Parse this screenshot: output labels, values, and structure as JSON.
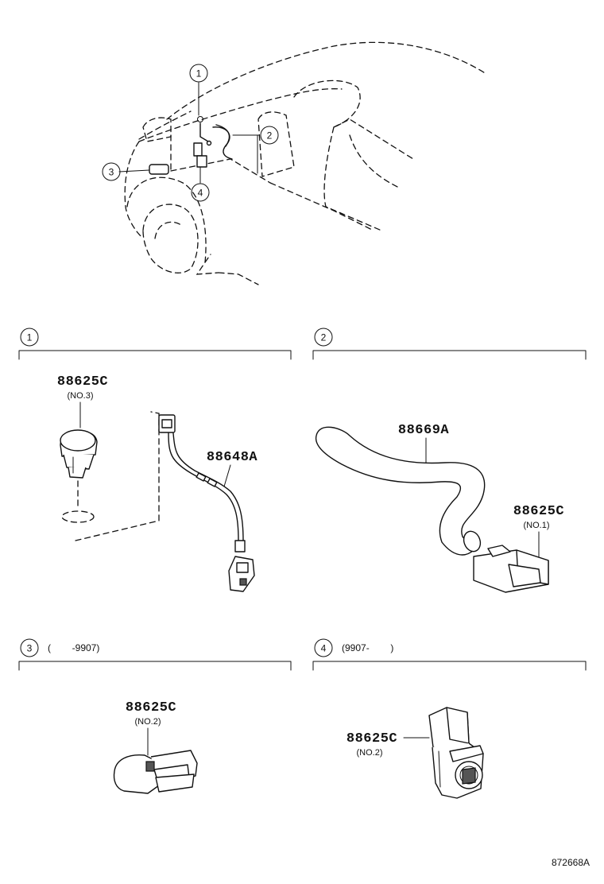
{
  "callouts": {
    "c1": "1",
    "c2": "2",
    "c3": "3",
    "c4": "4"
  },
  "sections": [
    {
      "num": "1",
      "note": ""
    },
    {
      "num": "2",
      "note": ""
    },
    {
      "num": "3",
      "note": "(        -9907)"
    },
    {
      "num": "4",
      "note": "(9907-        )"
    }
  ],
  "parts": {
    "s1_sensor": {
      "pn": "88625C",
      "sub": "(NO.3)"
    },
    "s1_harness": {
      "pn": "88648A"
    },
    "s2_hose": {
      "pn": "88669A"
    },
    "s2_sensor": {
      "pn": "88625C",
      "sub": "(NO.1)"
    },
    "s3_sensor": {
      "pn": "88625C",
      "sub": "(NO.2)"
    },
    "s4_sensor": {
      "pn": "88625C",
      "sub": "(NO.2)"
    }
  },
  "figure_code": "872668A"
}
